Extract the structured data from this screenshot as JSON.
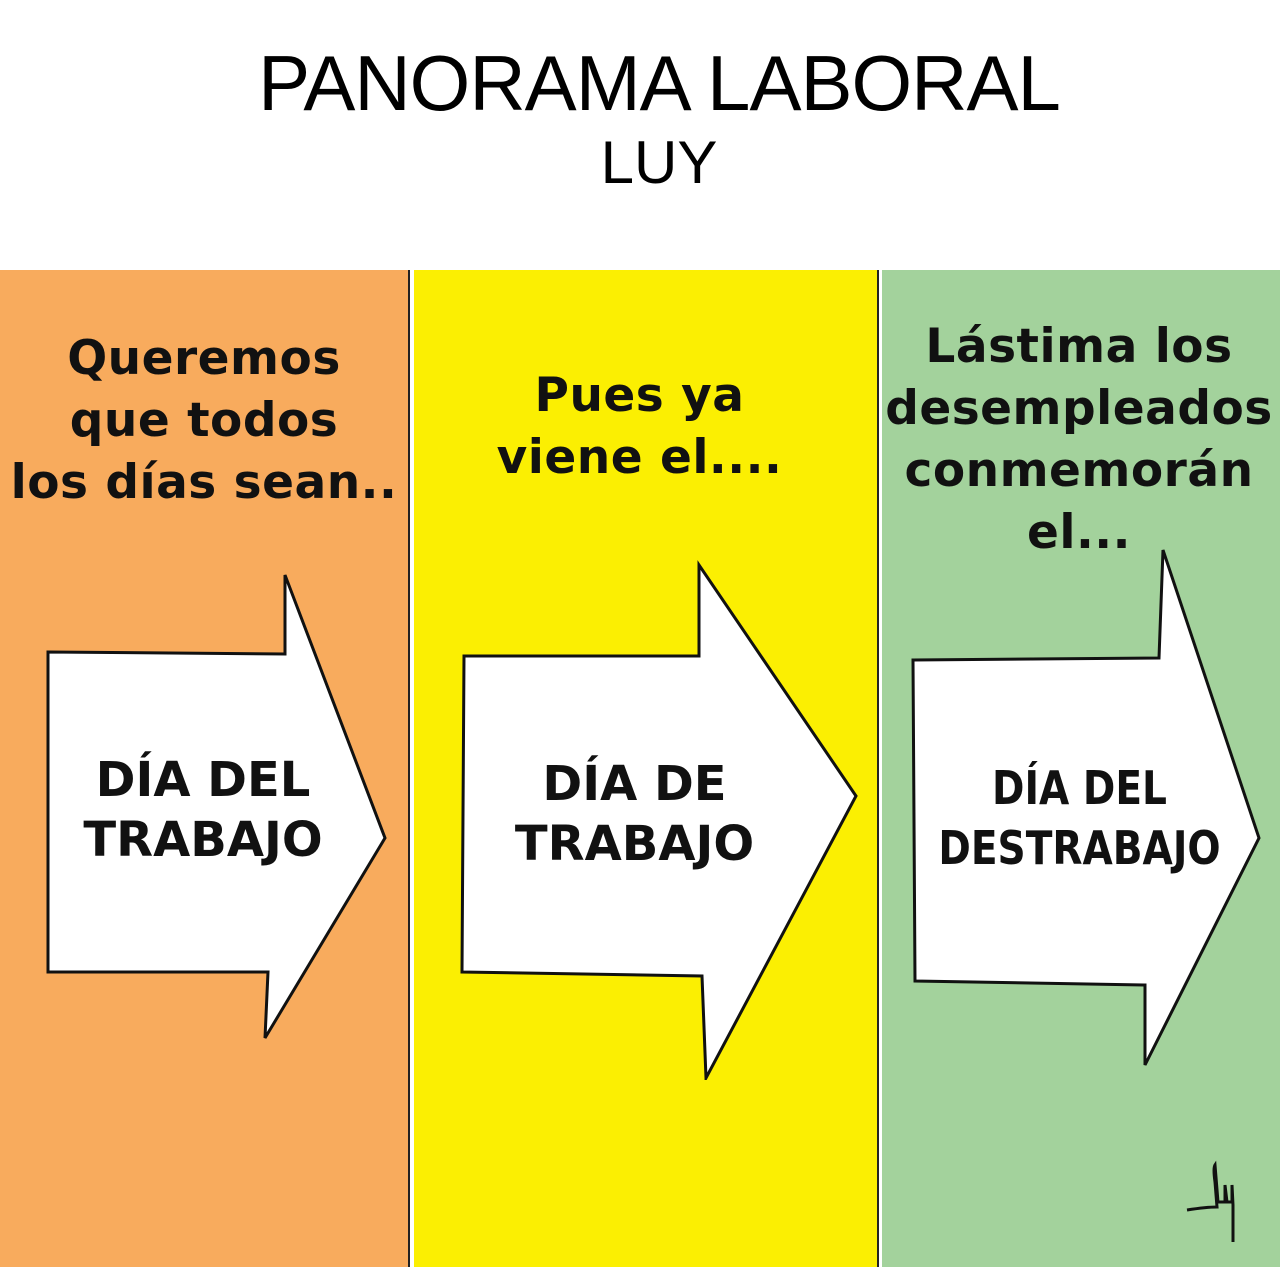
{
  "header": {
    "title": "PANORAMA LABORAL",
    "author": "LUY"
  },
  "panels": [
    {
      "caption_lines": [
        "Queremos",
        "que todos",
        "los días sean.."
      ],
      "arrow_lines": [
        "DÍA DEL",
        "TRABAJO"
      ],
      "color": "#F8AB5D"
    },
    {
      "caption_lines": [
        "Pues ya",
        "viene el...."
      ],
      "arrow_lines": [
        "DÍA DE",
        "TRABAJO"
      ],
      "color": "#FBEF02"
    },
    {
      "caption_lines": [
        "Lástima los",
        "desempleados",
        "conmemorán",
        "el..."
      ],
      "arrow_lines": [
        "DÍA DEL",
        "DESTRABAJO"
      ],
      "color": "#A3D29C"
    }
  ],
  "signature": "luy"
}
